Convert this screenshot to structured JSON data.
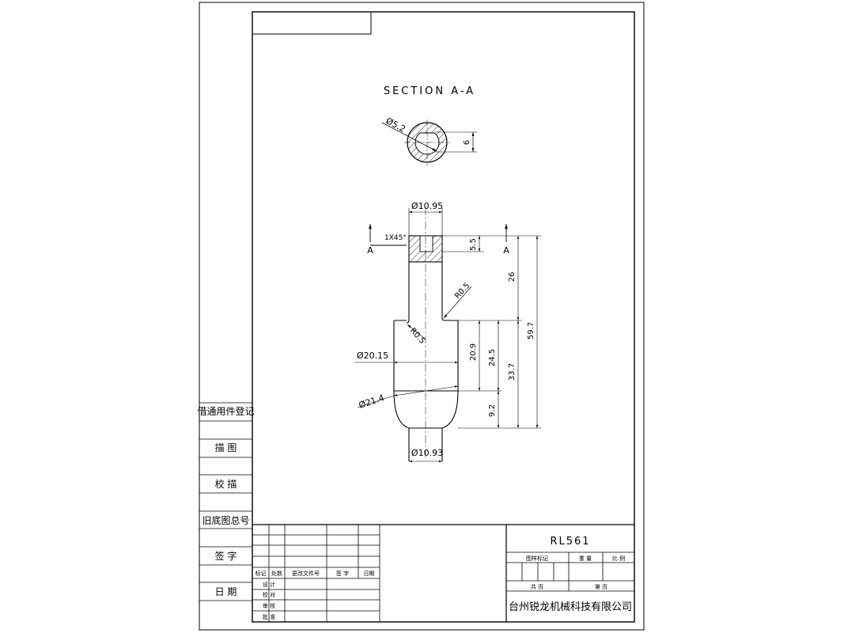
{
  "drawing": {
    "section_title": "SECTION A-A",
    "section_dims": {
      "bore": "Ø5.2",
      "flat": "6"
    },
    "dims": {
      "top_dia": "Ø10.95",
      "chamfer": "1X45°",
      "cut_left": "A",
      "cut_right": "A",
      "d_5_5": "5.5",
      "d_26": "26",
      "d_59_7": "59.7",
      "r_upper": "R0.5",
      "r_lower": "R0.5",
      "dia_20_15": "Ø20.15",
      "d_20_9": "20.9",
      "d_24_5": "24.5",
      "d_33_7": "33.7",
      "dia_21_4": "Ø21.4",
      "d_9_2": "9.2",
      "bottom_dia": "Ø10.93"
    }
  },
  "side_block": {
    "labels": [
      "借通用件登记",
      "描 图",
      "校 描",
      "旧底图总号",
      "签 字",
      "日 期"
    ]
  },
  "revision_table": {
    "headers": [
      "标记",
      "处数",
      "更改文件号",
      "签 字",
      "日期"
    ],
    "roles": [
      "设 计",
      "校 对",
      "审 核",
      "批 准"
    ]
  },
  "title_block": {
    "part_number": "RL561",
    "drawing_mark": "图样标记",
    "weight": "重 量",
    "scale": "比 例",
    "total_sheets": "共 页",
    "sheet_no": "第 页",
    "company": "台州锐龙机械科技有限公司"
  },
  "colors": {
    "line": "#000000",
    "background": "#ffffff"
  }
}
